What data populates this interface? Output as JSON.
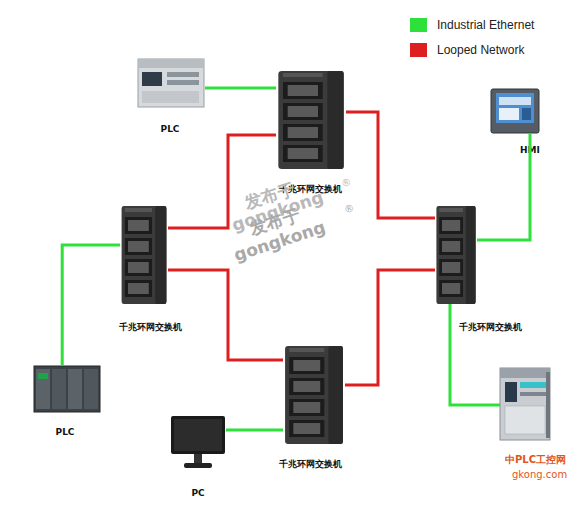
{
  "diagram": {
    "nodes": [
      {
        "text": [
          "PLC"
        ]
      },
      {
        "text": [
          "千兆环网交换机"
        ]
      },
      {
        "text": [
          "HMI"
        ]
      },
      {
        "text": [
          "千兆环网交换机"
        ]
      },
      {
        "text": [
          "千兆环网交换机"
        ]
      },
      {
        "text": [
          "PLC"
        ]
      },
      {
        "text": [
          "千兆环网交换机"
        ]
      },
      {
        "text": [
          "PC"
        ]
      }
    ],
    "edges": [
      {
        "from": 0,
        "to": 1,
        "arrow": "none"
      },
      {
        "from": 1,
        "to": 3,
        "arrow": "none"
      },
      {
        "from": 1,
        "to": 4,
        "arrow": "none"
      },
      {
        "from": 2,
        "to": 4,
        "arrow": "none"
      },
      {
        "from": 3,
        "to": 5,
        "arrow": "none"
      },
      {
        "from": 3,
        "to": 6,
        "arrow": "none"
      },
      {
        "from": 4,
        "to": 6,
        "arrow": "none"
      },
      {
        "from": 6,
        "to": 7,
        "arrow": "none"
      }
    ],
    "labels": [
      "发布于",
      "gongkong",
      "®",
      "发布于",
      "gongkong",
      "®",
      "中PLC工控网",
      "gkong.com"
    ],
    "legend": [
      {
        "text": "Industrial Ethernet",
        "color": "#2ee03a"
      },
      {
        "text": "Looped Network",
        "color": "#dd1f1f"
      }
    ]
  }
}
